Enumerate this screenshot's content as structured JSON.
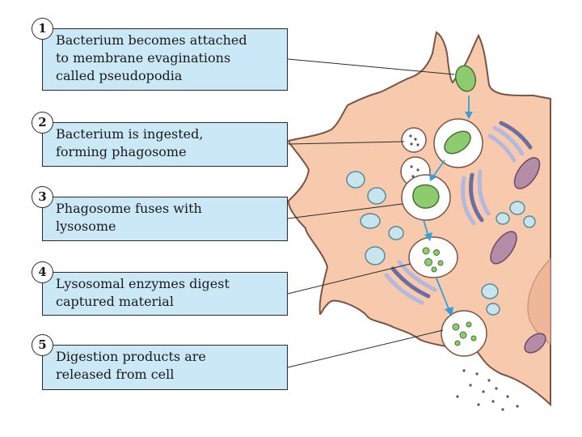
{
  "steps": [
    {
      "number": "1",
      "lines": [
        "Bacterium becomes attached",
        "to membrane evaginations",
        "called pseudopodia"
      ]
    },
    {
      "number": "2",
      "lines": [
        "Bacterium is ingested,",
        "forming phagosome"
      ]
    },
    {
      "number": "3",
      "lines": [
        "Phagosome fuses with",
        "lysosome"
      ]
    },
    {
      "number": "4",
      "lines": [
        "Lysosomal enzymes digest",
        "captured material"
      ]
    },
    {
      "number": "5",
      "lines": [
        "Digestion products are",
        "released from cell"
      ]
    }
  ],
  "colors": {
    "box_fill": "#cbe8f7",
    "cell_fill": "#f7c9ad",
    "cell_outline": "#7a5545",
    "bacterium": "#8ccc6e",
    "vesicle": "#ffffff",
    "golgi": "#b4b8dc",
    "lysosome": "#c8e4ec",
    "mitochondria": "#b48ca8",
    "arrow": "#3a9ed6"
  }
}
